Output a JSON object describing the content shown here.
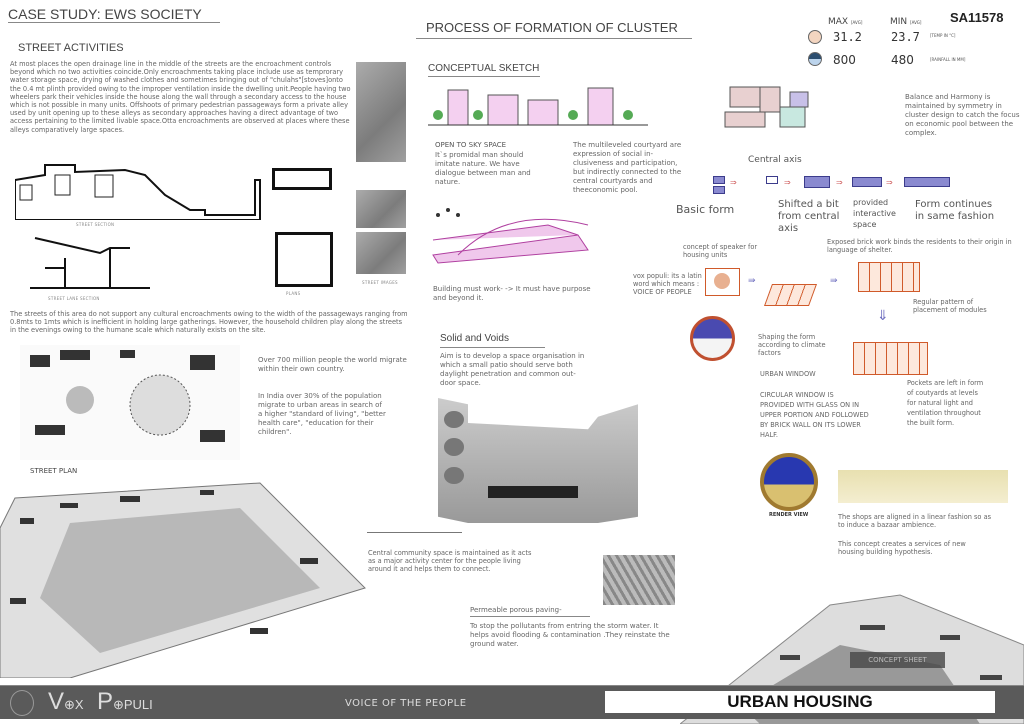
{
  "header": {
    "case_study": "CASE STUDY: EWS SOCIETY",
    "street_activities": "STREET ACTIVITIES",
    "main_title": "PROCESS OF FORMATION OF CLUSTER",
    "sheet_id": "SA11578"
  },
  "climate": {
    "max_label": "MAX",
    "min_label": "MIN",
    "avg": "[AVG]",
    "temp_max": "31.2",
    "temp_min": "23.7",
    "temp_unit": "[TEMP IN °C]",
    "rain_max": "800",
    "rain_min": "480",
    "rain_unit": "[RAINFALL IN MM]"
  },
  "left": {
    "para1": "At most places the open drainage line in the middle of the streets are the encroachment controls beyond which no two activities coincide.Only encroachments taking place include use as temprorary water storage space, drying of washed clothes and sometimes bringing out of \"chulahs\"[stoves]onto the 0.4 mt plinth provided owing to the improper ventilation inside the dwelling unit.People having two wheelers park their vehicles inside the house along the wall through a secondary access to the house which is not possible in many units. Offshoots of primary pedestrian passageways form a private alley used by unit opening up to these alleys as secondary approaches having a direct advantage of two access pertaining to the limited livable space.Otta encroachments are observed at places where these alleys comparatively large spaces.",
    "street_section": "STREET SECTION",
    "street_lane_section": "STREET LANE SECTION",
    "plans": "PLANS",
    "street_images": "STREET IMAGES",
    "para2": "The streets of this area do not support any cultural encroachments owing to the width of the passageways ranging from 0.8mts to 1mts which is inefficient in holding large gatherings. However, the household children play along the streets in the evenings owing to the humane scale which naturally exists on the site.",
    "street_plan": "STREET PLAN",
    "migration1": "Over 700 million people the world migrate within their own country.",
    "migration2": "In India over 30% of the population migrate to urban areas in search of a higher \"standard of living\", \"better health care\", \"education for their children\".",
    "community": "Central community space is maintained as it acts as a major activity center for the people living around it and helps them to connect."
  },
  "middle": {
    "conceptual_sketch": "CONCEPTUAL SKETCH",
    "open_sky_title": "OPEN TO SKY SPACE",
    "open_sky_text": "It`s promidal man should imitate nature. We have dialogue between man and nature.",
    "multilevel": "The multileveled courtyard are expression of social in-clusiveness and participation, but indirectly connected to the central courtyards and theeconomic pool.",
    "building_work": "Building must work- -> It must have purpose and beyond it.",
    "solid_voids": "Solid and Voids",
    "solid_text": "Aim is to develop a space organisation in which a small patio should serve both daylight penetration and common out-door space.",
    "paving_title": "Permeable porous paving-",
    "paving_text": "To stop the pollutants from entring the storm water. It helps avoid flooding & contamination .They reinstate the ground water."
  },
  "right": {
    "balance": "Balance and Harmony is maintained by symmetry in cluster design to catch the focus on economic pool between the complex.",
    "central_axis": "Central axis",
    "basic_form": "Basic form",
    "shifted": "Shifted a bit from central axis",
    "interactive": "provided interactive space",
    "continues": "Form continues in same fashion",
    "speaker": "concept of speaker for housing units",
    "exposed": "Exposed brick work binds the residents to their origin in language of shelter.",
    "vox": "vox populi: its a latin word which means : VOICE OF PEOPLE",
    "shaping": "Shaping the form according to climate factors",
    "regular": "Regular pattern of placement of modules",
    "urban_window": "URBAN WINDOW",
    "circular": "CIRCULAR WINDOW IS PROVIDED WITH GLASS ON IN UPPER PORTION AND FOLLOWED BY BRICK WALL ON ITS LOWER HALF.",
    "pockets": "Pockets are left in form of coutyards at levels for natural light and ventilation throughout the built form.",
    "render_view": "RENDER VIEW",
    "shops": "The shops are aligned in a linear fashion so as to induce a bazaar ambience.",
    "concept": "This concept creates a services of new housing building hypothesis.",
    "concept_sheet": "CONCEPT SHEET"
  },
  "footer": {
    "logo_v": "V",
    "logo_ox": "⊕X",
    "logo_p": "P",
    "logo_puli": "⊕PULI",
    "tagline": "VOICE OF THE PEOPLE",
    "title": "URBAN HOUSING"
  },
  "colors": {
    "footer_bg": "#5a5a5a",
    "brick": "#d05a2a",
    "module": "#3c3c8c"
  }
}
